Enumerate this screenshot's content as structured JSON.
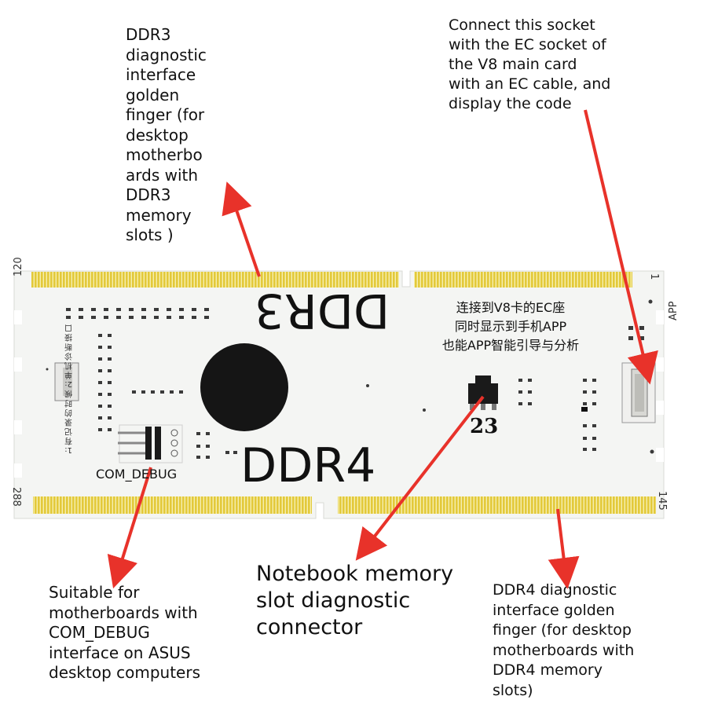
{
  "annotations": {
    "ddr3_finger": "DDR3\ndiagnostic\ninterface\ngolden\nfinger (for\ndesktop\nmotherbo\nards with\nDDR3\nmemory\nslots )",
    "ec_socket": "Connect this socket\nwith the EC socket of\nthe V8 main card\nwith an EC cable, and\ndisplay the code",
    "com_debug": "Suitable for\nmotherboards with\nCOM_DEBUG\ninterface on ASUS\ndesktop computers",
    "notebook": "Notebook memory\nslot diagnostic\nconnector",
    "ddr4_finger": "DDR4 diagnostic\ninterface golden\nfinger (for desktop\nmotherboards with\nDDR4 memory\nslots)"
  },
  "board": {
    "ddr3_label": "DDR3",
    "ddr4_label": "DDR4",
    "chinese_text": "连接到V8卡的EC座\n同时显示到手机APP\n也能APP智能引导与分析",
    "com_label": "COM_DEBUG",
    "handwritten": "23",
    "pin_120": "120",
    "pin_288": "288",
    "pin_145": "145",
    "pin_1": "1",
    "app_label": "APP",
    "side_text": "1:有记录的时候 2:单机诊断接口"
  },
  "colors": {
    "gold": "#e8d24a",
    "board": "#f4f5f3",
    "arrow": "#e8322a"
  }
}
